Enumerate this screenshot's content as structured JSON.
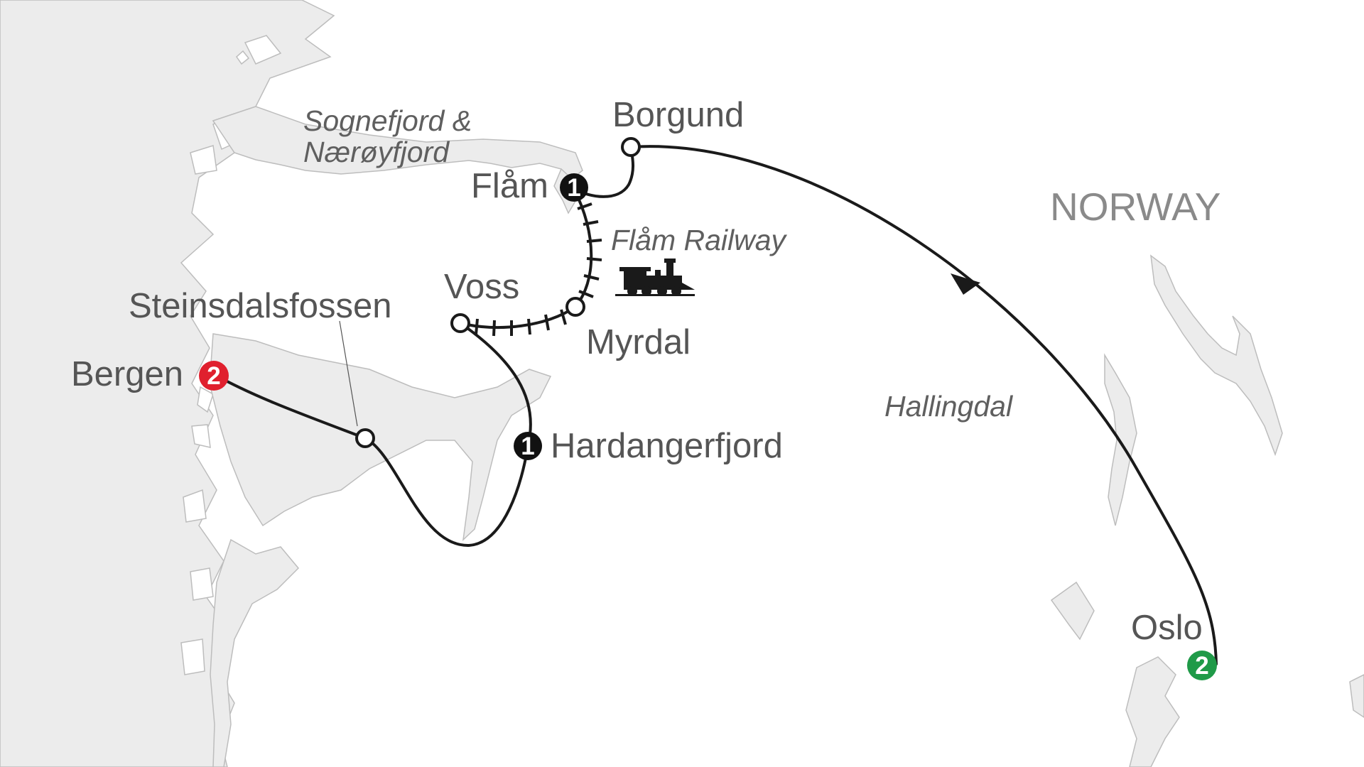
{
  "map": {
    "country_label": "NORWAY",
    "colors": {
      "land": "#ffffff",
      "sea": "#ececec",
      "coast_stroke": "#bdbdbd",
      "route": "#1a1a1a",
      "stop_overnight": "#111111",
      "start": "#e0202e",
      "end": "#1f9a48"
    },
    "region_labels": {
      "sognefjord_line1": "Sognefjord &",
      "sognefjord_line2": "Nærøyfjord",
      "flam_railway": "Flåm Railway",
      "hallingdal": "Hallingdal"
    },
    "places": {
      "bergen": {
        "name": "Bergen",
        "nights": "2",
        "role": "start"
      },
      "steinsdalsfossen": {
        "name": "Steinsdalsfossen",
        "role": "waypoint"
      },
      "hardangerfjord": {
        "name": "Hardangerfjord",
        "nights": "1",
        "role": "overnight"
      },
      "voss": {
        "name": "Voss",
        "role": "waypoint"
      },
      "myrdal": {
        "name": "Myrdal",
        "role": "waypoint"
      },
      "flam": {
        "name": "Flåm",
        "nights": "1",
        "role": "overnight"
      },
      "borgund": {
        "name": "Borgund",
        "role": "waypoint"
      },
      "oslo": {
        "name": "Oslo",
        "nights": "2",
        "role": "end"
      }
    },
    "icons": [
      "train-icon",
      "direction-arrow-icon"
    ]
  }
}
